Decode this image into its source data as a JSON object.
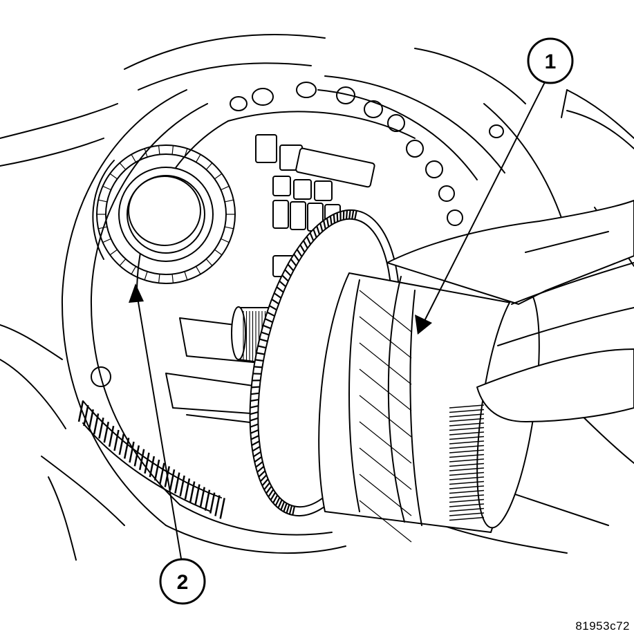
{
  "callouts": [
    {
      "id": "1",
      "label": "1"
    },
    {
      "id": "2",
      "label": "2"
    }
  ],
  "figure_code": "81953c72",
  "colors": {
    "line": "#000000",
    "background": "#ffffff"
  }
}
